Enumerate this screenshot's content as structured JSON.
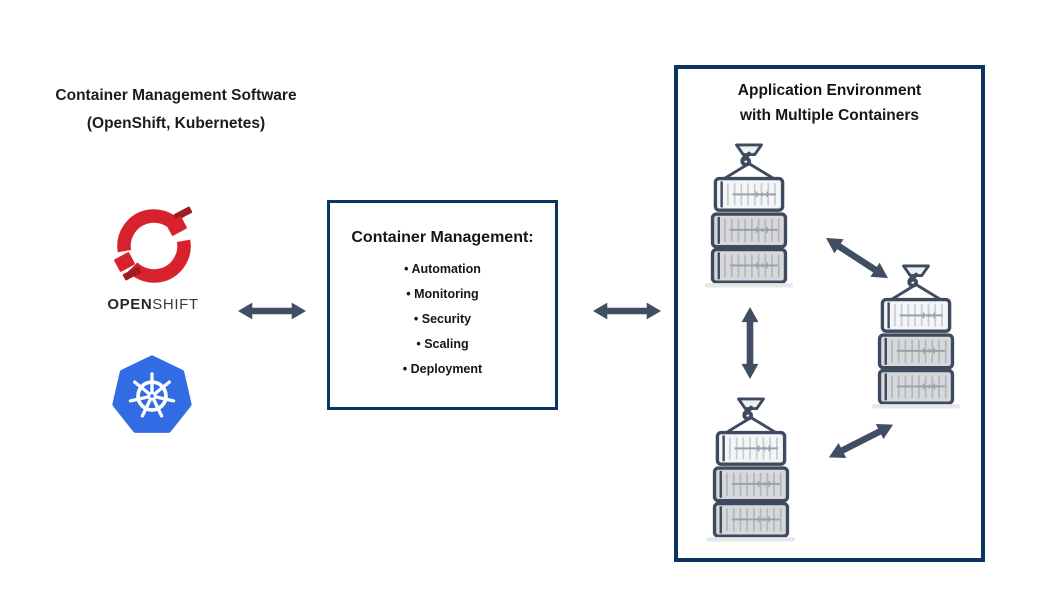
{
  "left_panel": {
    "title_line1": "Container Management Software",
    "title_line2": "(OpenShift, Kubernetes)",
    "openshift_wordmark_bold": "OPEN",
    "openshift_wordmark_light": "SHIFT"
  },
  "center_box": {
    "title": "Container Management:",
    "items": [
      "• Automation",
      "• Monitoring",
      "• Security",
      "• Scaling",
      "• Deployment"
    ]
  },
  "right_box": {
    "title_line1": "Application Environment",
    "title_line2": "with Multiple Containers"
  },
  "icons": {
    "openshift_logo": "red segmented ring",
    "kubernetes_logo": "blue heptagon with white helm wheel",
    "container_stack": "crane hook lowering container onto stack of two containers",
    "arrows": "double-headed slate arrows (2 horizontal, 1 vertical, 2 diagonal)"
  },
  "colors": {
    "box_border_navy": "#0b355e",
    "arrow_slate": "#404e63",
    "openshift_red": "#d7222d",
    "openshift_dark_red": "#a01c24",
    "kubernetes_blue": "#326ce5",
    "container_outline": "#3e4a5e",
    "container_light_fill": "#f4f5f7",
    "container_gray_fill": "#d7d8dc",
    "text": "#1c1c1c"
  }
}
